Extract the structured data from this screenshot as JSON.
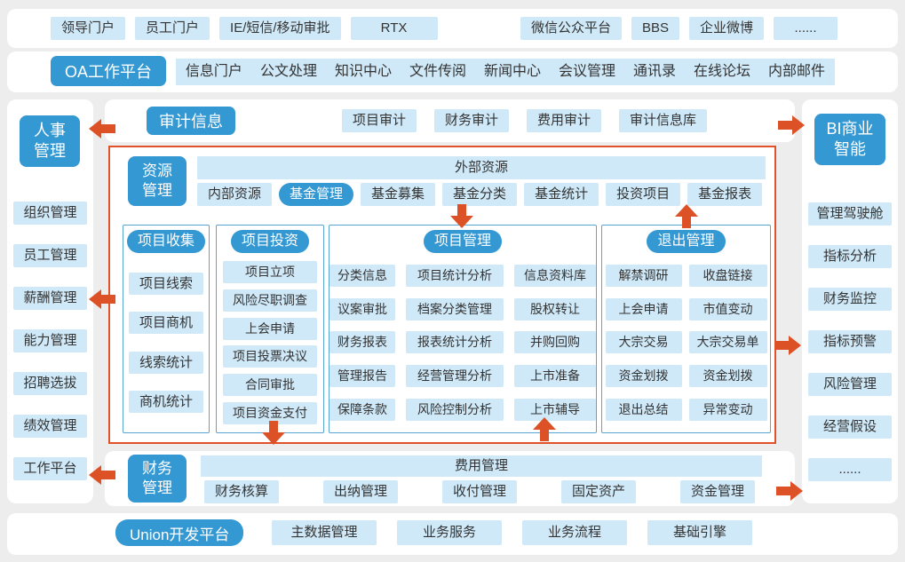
{
  "colors": {
    "accent": "#3498d3",
    "chip_bg": "#cfe9f8",
    "arrow": "#dc5226",
    "red_border": "#e1512a"
  },
  "top_row": {
    "left_items": [
      "领导门户",
      "员工门户",
      "IE/短信/移动审批",
      "RTX"
    ],
    "right_items": [
      "微信公众平台",
      "BBS",
      "企业微博",
      "......"
    ]
  },
  "oa_row": {
    "title": "OA工作平台",
    "items": [
      "信息门户",
      "公文处理",
      "知识中心",
      "文件传阅",
      "新闻中心",
      "会议管理",
      "通讯录",
      "在线论坛",
      "内部邮件"
    ]
  },
  "hr_panel": {
    "title_line1": "人事",
    "title_line2": "管理",
    "items": [
      "组织管理",
      "员工管理",
      "薪酬管理",
      "能力管理",
      "招聘选拔",
      "绩效管理",
      "工作平台"
    ]
  },
  "bi_panel": {
    "title_line1": "BI商业",
    "title_line2": "智能",
    "items": [
      "管理驾驶舱",
      "指标分析",
      "财务监控",
      "指标预警",
      "风险管理",
      "经营假设",
      "......"
    ]
  },
  "audit_row": {
    "title": "审计信息",
    "items": [
      "项目审计",
      "财务审计",
      "费用审计",
      "审计信息库"
    ]
  },
  "resource": {
    "title_line1": "资源",
    "title_line2": "管理",
    "external_label": "外部资源",
    "chips": [
      "内部资源",
      "基金管理",
      "基金募集",
      "基金分类",
      "基金统计",
      "投资项目",
      "基金报表"
    ],
    "active_chip": "基金管理"
  },
  "columns": [
    {
      "title": "项目收集",
      "items": [
        "项目线索",
        "项目商机",
        "线索统计",
        "商机统计"
      ]
    },
    {
      "title": "项目投资",
      "items": [
        "项目立项",
        "风险尽职调查",
        "上会申请",
        "项目投票决议",
        "合同审批",
        "项目资金支付"
      ]
    },
    {
      "title": "项目管理",
      "items": [
        "分类信息",
        "项目统计分析",
        "信息资料库",
        "议案审批",
        "档案分类管理",
        "股权转让",
        "财务报表",
        "报表统计分析",
        "并购回购",
        "管理报告",
        "经营管理分析",
        "上市准备",
        "保障条款",
        "风险控制分析",
        "上市辅导"
      ]
    },
    {
      "title": "退出管理",
      "items": [
        "解禁调研",
        "收盘链接",
        "上会申请",
        "市值变动",
        "大宗交易",
        "大宗交易单",
        "资金划拨",
        "资金划拨",
        "退出总结",
        "异常变动"
      ]
    }
  ],
  "finance": {
    "title_line1": "财务",
    "title_line2": "管理",
    "bar_label": "费用管理",
    "chips": [
      "财务核算",
      "出纳管理",
      "收付管理",
      "固定资产",
      "资金管理"
    ]
  },
  "union_row": {
    "title": "Union开发平台",
    "chips": [
      "主数据管理",
      "业务服务",
      "业务流程",
      "基础引擎"
    ]
  }
}
